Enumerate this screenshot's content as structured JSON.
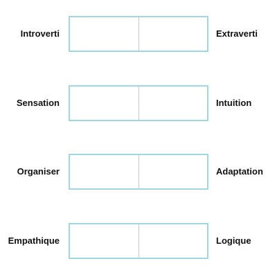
{
  "scales": [
    {
      "left_label": "Introverti",
      "right_label": "Extraverti"
    },
    {
      "left_label": "Sensation",
      "right_label": "Intuition"
    },
    {
      "left_label": "Organiser",
      "right_label": "Adaptation"
    },
    {
      "left_label": "Empathique",
      "right_label": "Logique"
    }
  ],
  "colors": {
    "box_border": "#9fd6df",
    "divider": "#c8c8c8",
    "label_text": "#111111"
  }
}
